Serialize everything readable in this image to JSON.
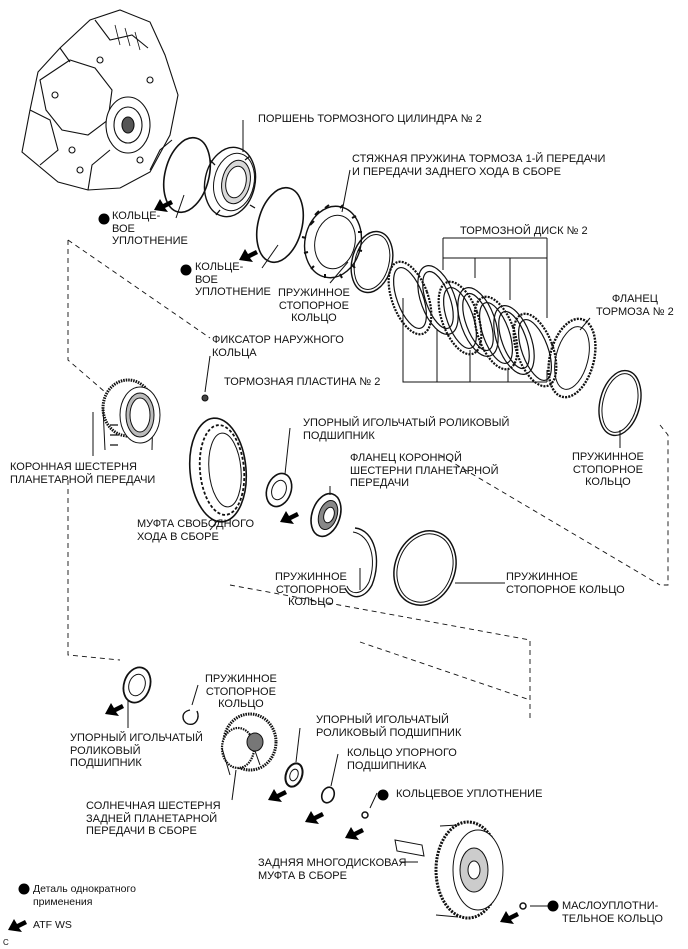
{
  "labels": {
    "o_ring": "КОЛЬЦЕ-\nВОЕ\nУПЛОТНЕНИЕ",
    "piston_no2": "ПОРШЕНЬ ТОРМОЗНОГО ЦИЛИНДРА № 2",
    "return_spring": "СТЯЖНАЯ ПРУЖИНА ТОРМОЗА 1-Й ПЕРЕДАЧИ\nИ ПЕРЕДАЧИ ЗАДНЕГО ХОДА В СБОРЕ",
    "brake_disc_no2": "ТОРМОЗНОЙ ДИСК № 2",
    "snap_ring": "ПРУЖИННОЕ\nСТОПОРНОЕ\nКОЛЬЦО",
    "snap_ring_single_line": "ПРУЖИННОЕ\nСТОПОРНОЕ КОЛЬЦО",
    "flange_no2": "ФЛАНЕЦ\nТОРМОЗА № 2",
    "outer_race_retainer": "ФИКСАТОР НАРУЖНОГО\nКОЛЬЦА",
    "brake_plate_no2": "ТОРМОЗНАЯ ПЛАСТИНА № 2",
    "ring_gear": "КОРОННАЯ ШЕСТЕРНЯ\nПЛАНЕТАРНОЙ ПЕРЕДАЧИ",
    "thrust_needle_bearing": "УПОРНЫЙ ИГОЛЬЧАТЫЙ РОЛИКОВЫЙ\nПОДШИПНИК",
    "ring_gear_flange": "ФЛАНЕЦ КОРОННОЙ\nШЕСТЕРНИ ПЛАНЕТАРНОЙ\nПЕРЕДАЧИ",
    "one_way_clutch": "МУФТА СВОБОДНОГО\nХОДА В СБОРЕ",
    "thrust_needle_bearing_3line": "УПОРНЫЙ ИГОЛЬЧАТЫЙ\nРОЛИКОВЫЙ\nПОДШИПНИК",
    "sun_gear": "СОЛНЕЧНАЯ ШЕСТЕРНЯ\nЗАДНЕЙ ПЛАНЕТАРНОЙ\nПЕРЕДАЧИ В СБОРЕ",
    "thrust_needle_bearing_right": "УПОРНЫЙ ИГОЛЬЧАТЫЙ\nРОЛИКОВЫЙ ПОДШИПНИК",
    "bearing_race": "КОЛЬЦО УПОРНОГО\nПОДШИПНИКА",
    "o_ring_single": "КОЛЬЦЕВОЕ УПЛОТНЕНИЕ",
    "rear_clutch": "ЗАДНЯЯ МНОГОДИСКОВАЯ\nМУФТА В СБОРЕ",
    "oil_seal_ring": "МАСЛОУПЛОТНИ-\nТЕЛЬНОЕ КОЛЬЦО"
  },
  "legend": {
    "non_reusable": "Деталь однократного\nприменения",
    "atf": "ATF WS"
  },
  "figure_code": "C"
}
